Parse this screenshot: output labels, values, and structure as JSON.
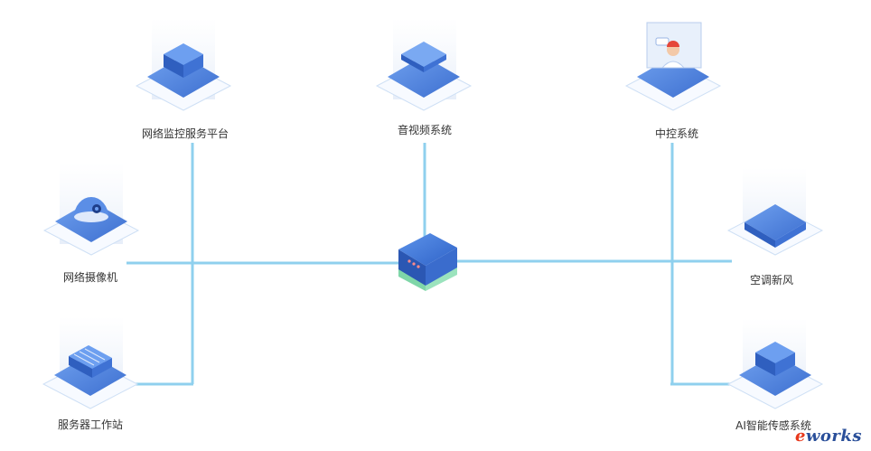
{
  "nodes": {
    "network_monitor_platform": {
      "label": "网络监控服务平台",
      "icon": "server-monitor-icon"
    },
    "av_system": {
      "label": "音视频系统",
      "icon": "av-box-icon"
    },
    "central_control": {
      "label": "中控系统",
      "icon": "operator-screen-icon"
    },
    "network_camera": {
      "label": "网络摄像机",
      "icon": "dome-camera-icon"
    },
    "hvac": {
      "label": "空调新风",
      "icon": "hvac-panel-icon"
    },
    "server_workstation": {
      "label": "服务器工作站",
      "icon": "rack-server-icon"
    },
    "ai_sensor_system": {
      "label": "AI智能传感系统",
      "icon": "sensor-box-icon"
    },
    "hub": {
      "icon": "central-gateway-icon"
    }
  },
  "colors": {
    "line": "#8fd0ee",
    "icon_top": "#5b8ee6",
    "icon_side": "#2f5fbf",
    "platform_stroke": "#cfe0f5"
  },
  "watermark": {
    "e": "e",
    "rest": "works"
  }
}
